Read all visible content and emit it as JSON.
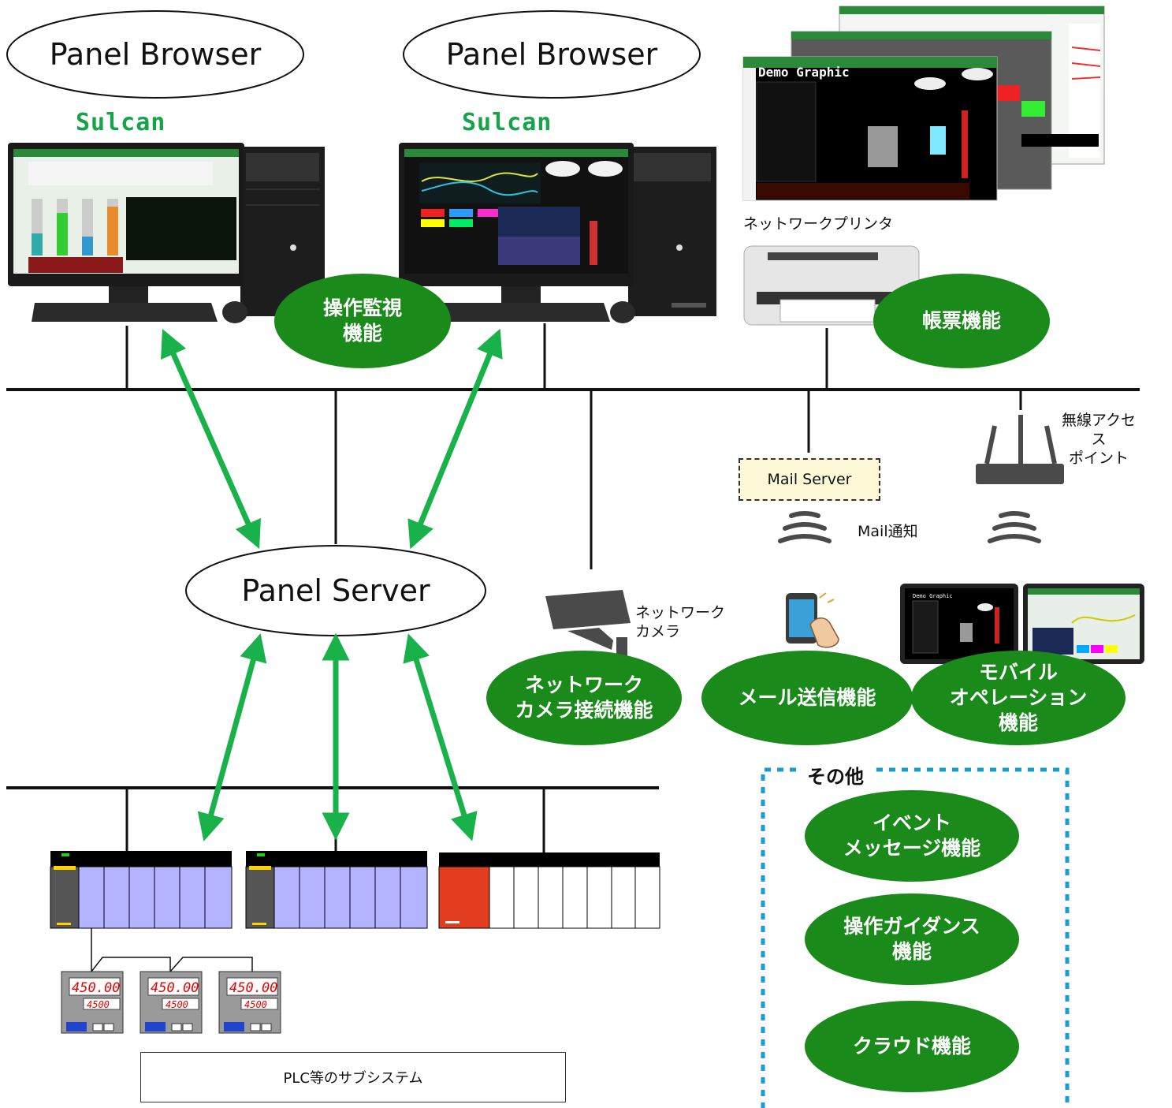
{
  "browsers": [
    {
      "title": "Panel Browser",
      "brand": "Sulcan"
    },
    {
      "title": "Panel Browser",
      "brand": "Sulcan"
    }
  ],
  "server": {
    "title": "Panel Server"
  },
  "printer": {
    "label": "ネットワークプリンタ"
  },
  "wifi": {
    "label": "無線アクセス\nポイント"
  },
  "mail_server": {
    "label": "Mail Server"
  },
  "mail_notice": {
    "label": "Mail通知"
  },
  "camera": {
    "label": "ネットワーク\nカメラ"
  },
  "screens": {
    "demo_title": "Demo Graphic"
  },
  "features": {
    "monitoring": "操作監視\n機能",
    "report": "帳票機能",
    "camera": "ネットワーク\nカメラ接続機能",
    "mail": "メール送信機能",
    "mobile": "モバイル\nオペレーション\n機能",
    "event": "イベント\nメッセージ機能",
    "guidance": "操作ガイダンス\n機能",
    "cloud": "クラウド機能"
  },
  "other": {
    "title": "その他"
  },
  "subsystem": {
    "label": "PLC等のサブシステム"
  },
  "controller_display": {
    "main": "450.00",
    "sub": "4500"
  },
  "colors": {
    "feature_green": "#1a8a1a",
    "arrow_green": "#19b24a",
    "brand_green": "#17a34a",
    "plc_module": "#b3b3ff",
    "plc_red": "#e33d1f",
    "other_border": "#1a9ad6"
  }
}
